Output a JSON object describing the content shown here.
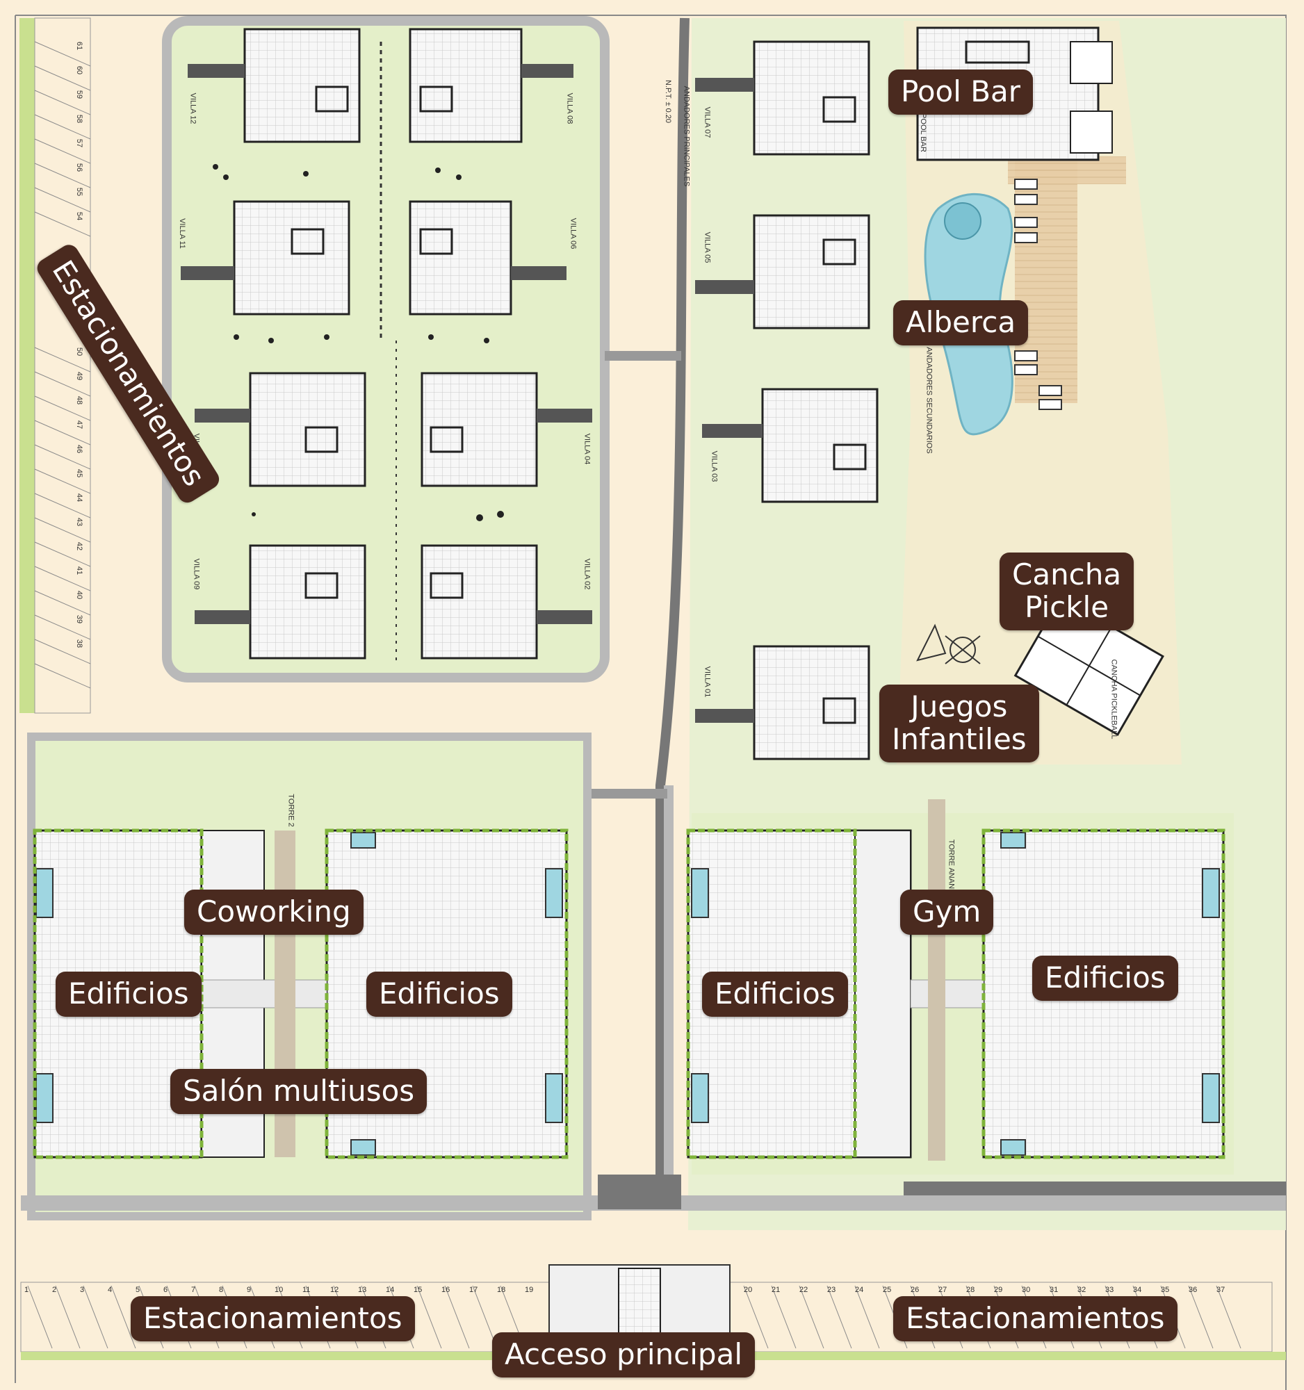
{
  "labels": {
    "pool_bar": "Pool Bar",
    "alberca": "Alberca",
    "cancha_line1": "Cancha",
    "cancha_line2": "Pickle",
    "juegos_line1": "Juegos",
    "juegos_line2": "Infantiles",
    "estacionamientos_left": "Estacionamientos",
    "estacionamientos_bottom_left": "Estacionamientos",
    "estacionamientos_bottom_right": "Estacionamientos",
    "acceso": "Acceso principal",
    "coworking": "Coworking",
    "gym": "Gym",
    "edificios_1": "Edificios",
    "edificios_2": "Edificios",
    "edificios_3": "Edificios",
    "edificios_4": "Edificios",
    "salon": "Salón multiusos"
  },
  "plan_text": {
    "villa_12": "VILLA 12",
    "villa_11": "VILLA 11",
    "villa_10": "VILLA 10",
    "villa_09": "VILLA 09",
    "villa_08": "VILLA 08",
    "villa_06": "VILLA 06",
    "villa_04": "VILLA 04",
    "villa_02": "VILLA 02",
    "villa_07": "VILLA 07",
    "villa_05": "VILLA 05",
    "villa_03": "VILLA 03",
    "villa_01": "VILLA 01",
    "npt": "N.P.T. ± 0.20",
    "andadores_principales": "ANDADORES PRINCIPALES",
    "andadores_secundarios": "ANDADORES SECUNDARIOS",
    "pool_bar_small": "POOL BAR",
    "cancha_pickleball": "CANCHA PICKLEBALL",
    "torre_2": "TORRE 2",
    "torre_ananda": "TORRE ANANDA"
  },
  "parking_left_numbers": [
    "61",
    "60",
    "59",
    "58",
    "57",
    "56",
    "55",
    "54",
    "50",
    "49",
    "48",
    "47",
    "46",
    "45",
    "44",
    "43",
    "42",
    "41",
    "40",
    "39",
    "38"
  ],
  "parking_bottom_numbers": [
    "1",
    "2",
    "3",
    "4",
    "5",
    "6",
    "7",
    "8",
    "9",
    "10",
    "11",
    "12",
    "13",
    "14",
    "15",
    "16",
    "17",
    "18",
    "19",
    "20",
    "21",
    "22",
    "23",
    "24",
    "25",
    "26",
    "27",
    "28",
    "29",
    "30",
    "31",
    "32",
    "33",
    "34",
    "35",
    "36",
    "37"
  ],
  "colors": {
    "label_bg": "#4a2a1f",
    "lawn": "#e4efc9",
    "sand": "#fbefd9",
    "road": "#b9b9b9",
    "water": "#9fd6e1"
  }
}
